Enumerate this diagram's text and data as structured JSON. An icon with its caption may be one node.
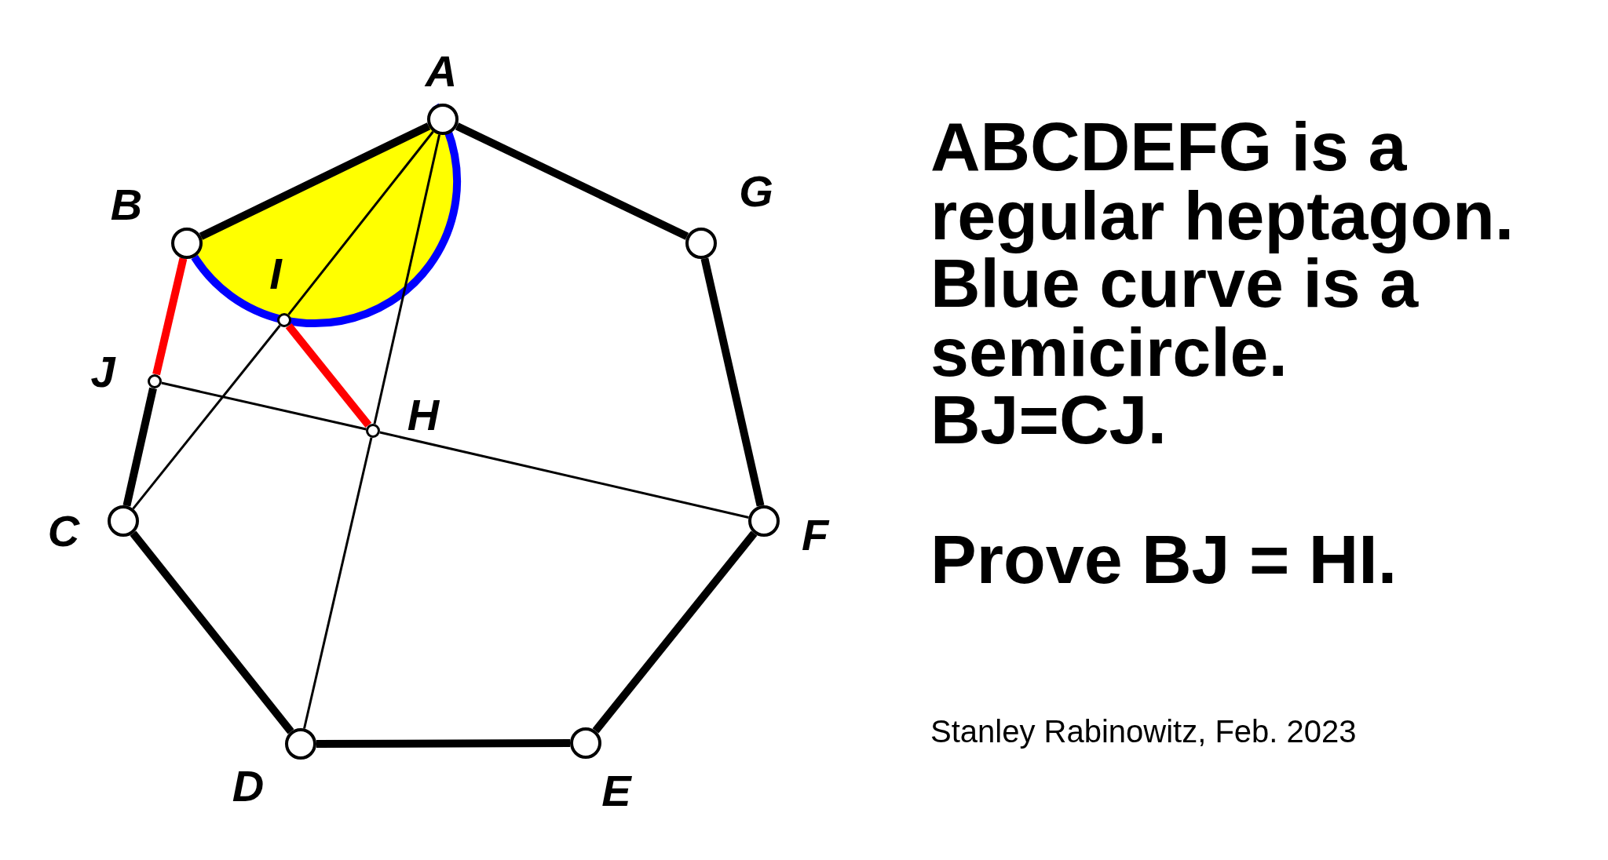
{
  "diagram": {
    "nodes": [
      {
        "text": [],
        "shape": "circle",
        "beside": [
          "A"
        ]
      },
      {
        "text": [],
        "shape": "circle",
        "beside": [
          "B"
        ]
      },
      {
        "text": [],
        "shape": "circle",
        "beside": [
          "G"
        ]
      },
      {
        "text": [],
        "shape": "circle",
        "beside": [
          "I"
        ]
      },
      {
        "text": [],
        "shape": "circle",
        "beside": [
          "J"
        ]
      },
      {
        "text": [],
        "shape": "circle",
        "beside": [
          "H"
        ]
      },
      {
        "text": [],
        "shape": "circle",
        "beside": [
          "C"
        ]
      },
      {
        "text": [],
        "shape": "circle",
        "beside": [
          "F"
        ]
      },
      {
        "text": [],
        "shape": "circle",
        "beside": [
          "D"
        ]
      },
      {
        "text": [],
        "shape": "circle",
        "beside": [
          "E"
        ]
      }
    ],
    "edges": [
      {
        "from": 0,
        "to": 1,
        "arrow": "none"
      },
      {
        "from": 1,
        "to": 0,
        "arrow": "none",
        "color": "#0000ff"
      },
      {
        "from": 1,
        "to": 4,
        "arrow": "none",
        "color": "#ff0000"
      },
      {
        "from": 4,
        "to": 6,
        "arrow": "none"
      },
      {
        "from": 6,
        "to": 8,
        "arrow": "none"
      },
      {
        "from": 8,
        "to": 9,
        "arrow": "none"
      },
      {
        "from": 9,
        "to": 7,
        "arrow": "none"
      },
      {
        "from": 7,
        "to": 2,
        "arrow": "none"
      },
      {
        "from": 2,
        "to": 0,
        "arrow": "none"
      },
      {
        "from": 0,
        "to": 3,
        "arrow": "none"
      },
      {
        "from": 3,
        "to": 6,
        "arrow": "none"
      },
      {
        "from": 0,
        "to": 5,
        "arrow": "none"
      },
      {
        "from": 5,
        "to": 8,
        "arrow": "none"
      },
      {
        "from": 4,
        "to": 5,
        "arrow": "none"
      },
      {
        "from": 5,
        "to": 7,
        "arrow": "none"
      },
      {
        "from": 3,
        "to": 5,
        "arrow": "none",
        "color": "#ff0000"
      }
    ],
    "labels": [
      "ABCDEFG is a regular heptagon.",
      "Blue curve is a semicircle.",
      "BJ=CJ.",
      "Prove BJ = HI.",
      "Stanley Rabinowitz, Feb. 2023"
    ]
  }
}
